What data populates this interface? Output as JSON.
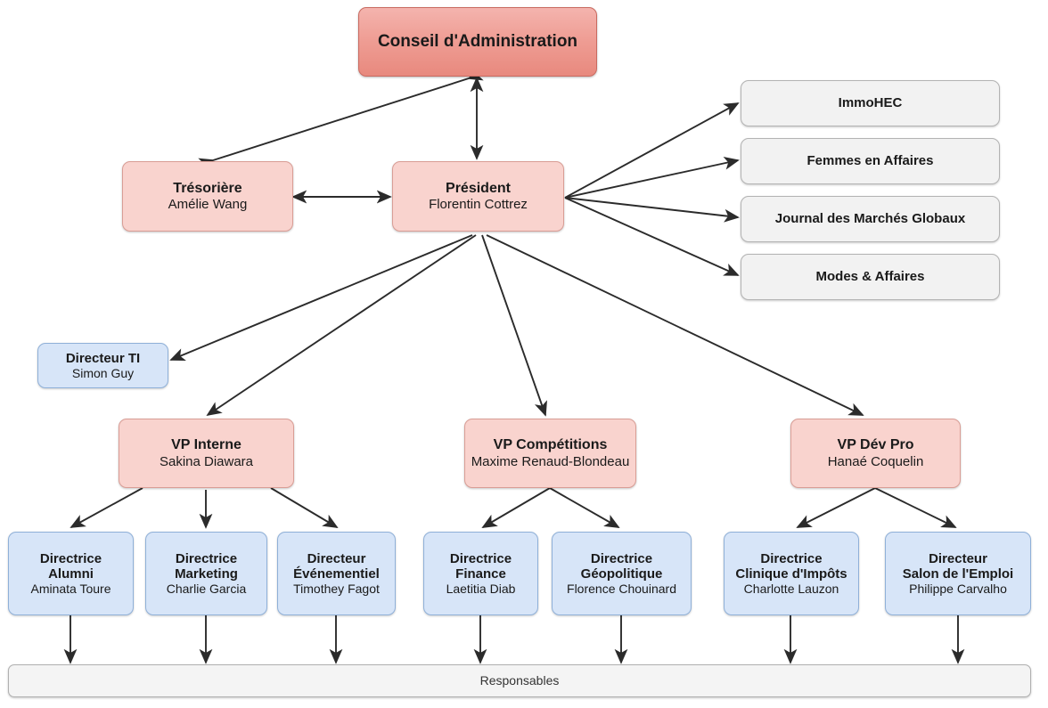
{
  "diagram": {
    "title_node": {
      "label": "Conseil d'Administration"
    },
    "executives": [
      {
        "role": "Trésorière",
        "person": "Amélie Wang"
      },
      {
        "role": "Président",
        "person": "Florentin Cottrez"
      }
    ],
    "it_director": {
      "role": "Directeur TI",
      "person": "Simon Guy"
    },
    "partners": [
      {
        "label": "ImmoHEC"
      },
      {
        "label": "Femmes en Affaires"
      },
      {
        "label": "Journal des Marchés Globaux"
      },
      {
        "label": "Modes & Affaires"
      }
    ],
    "vps": [
      {
        "role": "VP Interne",
        "person": "Sakina Diawara"
      },
      {
        "role": "VP Compétitions",
        "person": "Maxime Renaud-Blondeau"
      },
      {
        "role": "VP Dév Pro",
        "person": "Hanaé Coquelin"
      }
    ],
    "directors": [
      {
        "role_line1": "Directrice",
        "role_line2": "Alumni",
        "person": "Aminata Toure"
      },
      {
        "role_line1": "Directrice",
        "role_line2": "Marketing",
        "person": "Charlie Garcia"
      },
      {
        "role_line1": "Directeur",
        "role_line2": "Événementiel",
        "person": "Timothey Fagot"
      },
      {
        "role_line1": "Directrice",
        "role_line2": "Finance",
        "person": "Laetitia Diab"
      },
      {
        "role_line1": "Directrice",
        "role_line2": "Géopolitique",
        "person": "Florence Chouinard"
      },
      {
        "role_line1": "Directrice",
        "role_line2": "Clinique d'Impôts",
        "person": "Charlotte Lauzon"
      },
      {
        "role_line1": "Directeur",
        "role_line2": "Salon de l'Emploi",
        "person": "Philippe Carvalho"
      }
    ],
    "footer_bar": {
      "label": "Responsables"
    },
    "colors": {
      "root_fill_top": "#f4b4ae",
      "root_fill_bottom": "#e8897e",
      "exec_fill": "#f9d3ce",
      "director_fill": "#d7e5f8",
      "partner_fill": "#f2f2f2",
      "bar_fill": "#f4f4f4",
      "edge_stroke": "#2b2b2b"
    }
  }
}
